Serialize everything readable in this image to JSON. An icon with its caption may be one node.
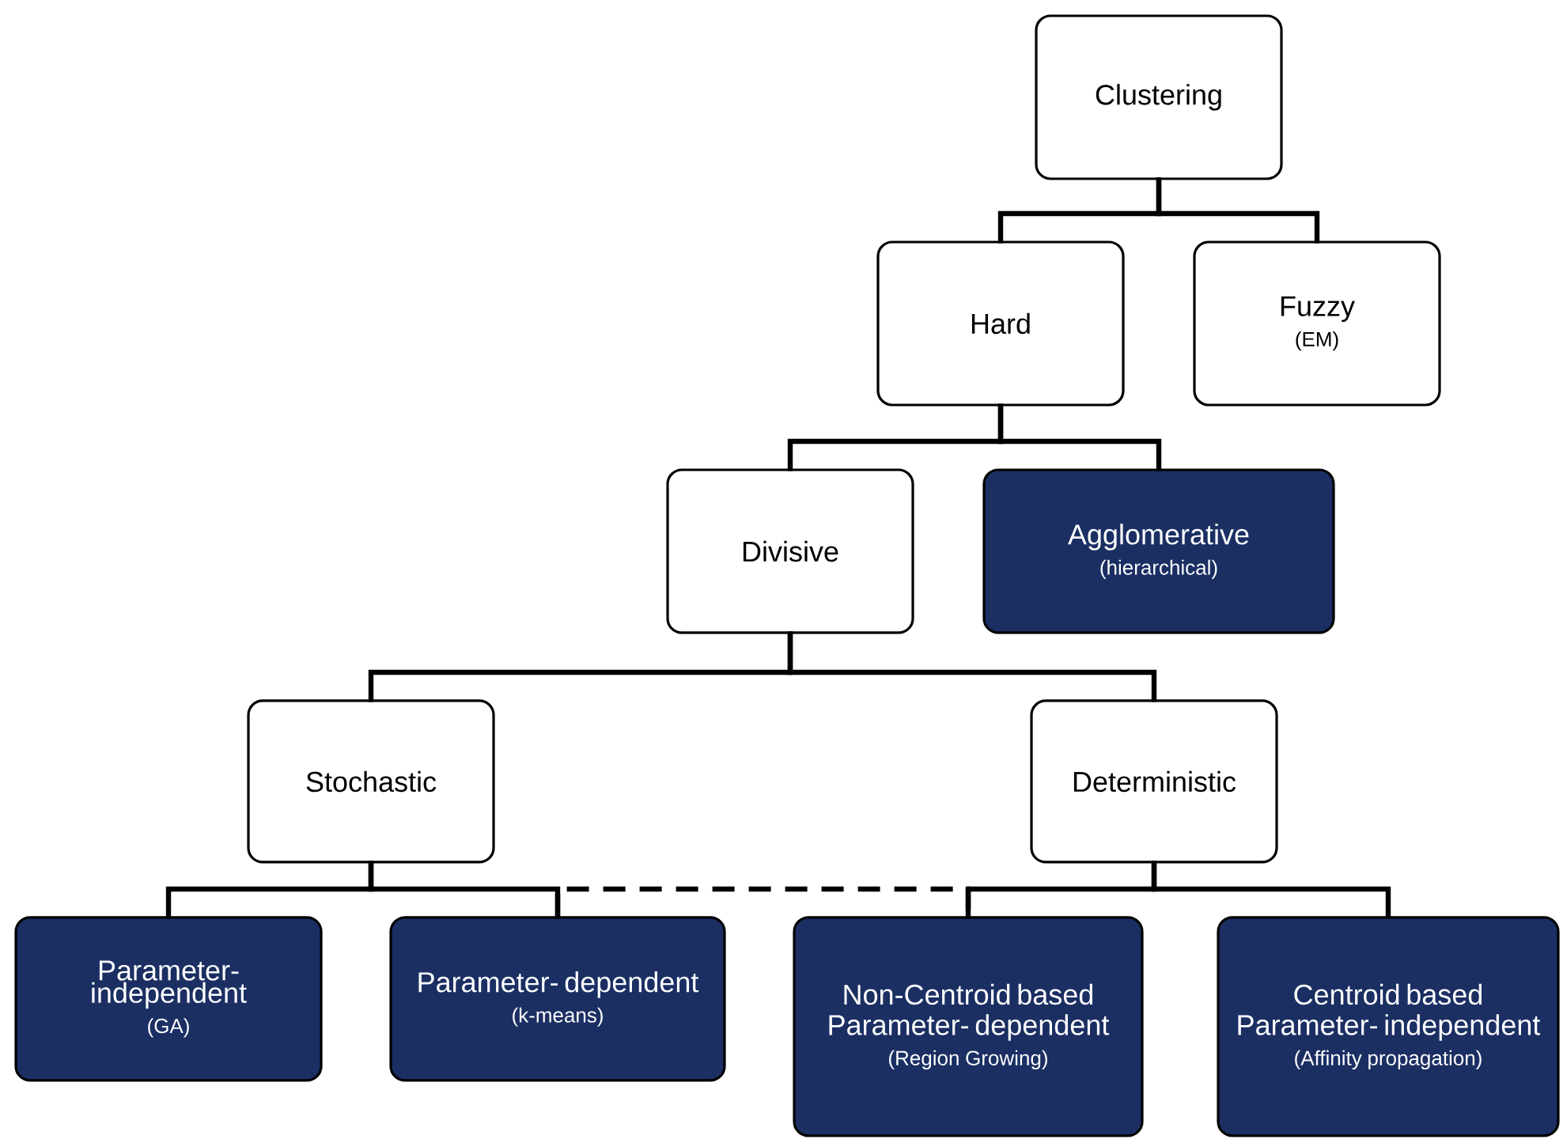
{
  "diagram": {
    "nodes": [
      {
        "text": [
          "Clustering"
        ]
      },
      {
        "text": [
          "Hard"
        ]
      },
      {
        "text": [
          "Fuzzy",
          "(EM)"
        ]
      },
      {
        "text": [
          "Divisive"
        ]
      },
      {
        "text": [
          "Agglomerative",
          "(hierarchical)"
        ]
      },
      {
        "text": [
          "Stochastic"
        ]
      },
      {
        "text": [
          "Deterministic"
        ]
      },
      {
        "text": [
          "Parameter- independent",
          "(GA)"
        ]
      },
      {
        "text": [
          "Parameter- dependent",
          "(k-means)"
        ]
      },
      {
        "text": [
          "Non-Centroid based",
          "Parameter- dependent",
          "(Region Growing)"
        ]
      },
      {
        "text": [
          "Centroid based",
          "Parameter- independent",
          "(Affinity propagation)"
        ]
      }
    ],
    "edges": [
      {
        "from": 0,
        "to": 1,
        "arrow": "none"
      },
      {
        "from": 0,
        "to": 2,
        "arrow": "none"
      },
      {
        "from": 1,
        "to": 3,
        "arrow": "none"
      },
      {
        "from": 1,
        "to": 4,
        "arrow": "none"
      },
      {
        "from": 3,
        "to": 5,
        "arrow": "none"
      },
      {
        "from": 3,
        "to": 6,
        "arrow": "none"
      },
      {
        "from": 5,
        "to": 7,
        "arrow": "none"
      },
      {
        "from": 5,
        "to": 8,
        "arrow": "none"
      },
      {
        "from": 8,
        "to": 9,
        "arrow": "none",
        "style": "dashed"
      },
      {
        "from": 6,
        "to": 9,
        "arrow": "none"
      },
      {
        "from": 6,
        "to": 10,
        "arrow": "none"
      }
    ]
  }
}
